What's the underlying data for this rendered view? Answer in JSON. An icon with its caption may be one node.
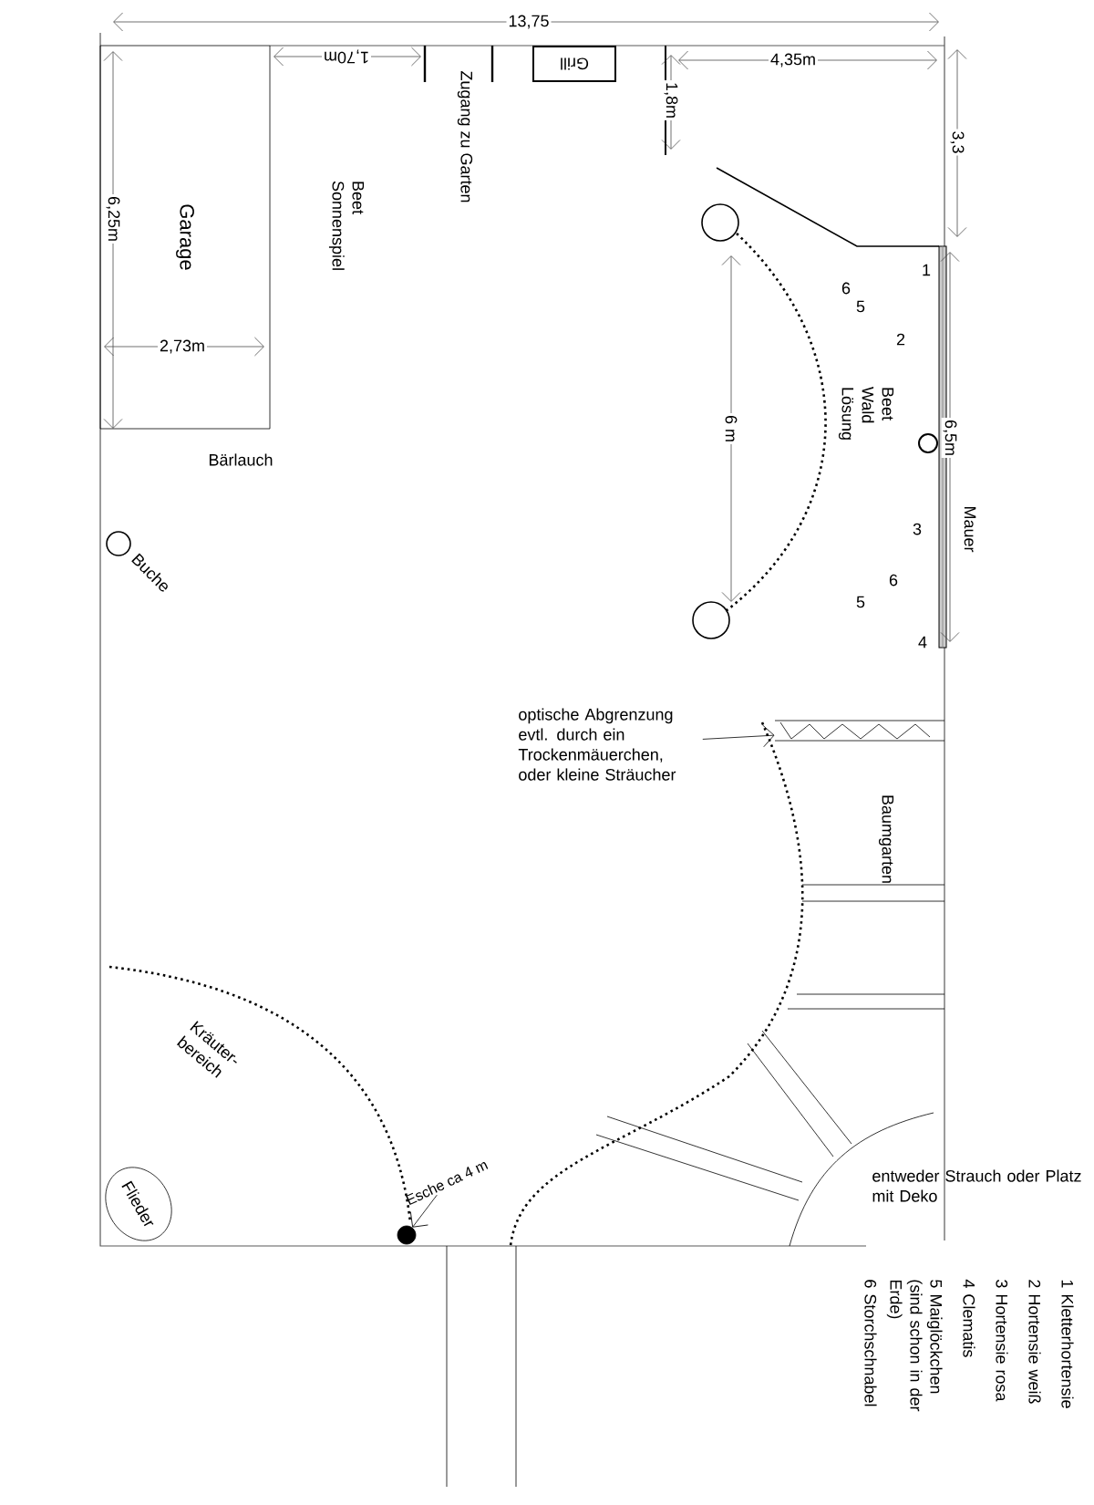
{
  "diagram": {
    "nodes": [
      {
        "text": [
          "Garage"
        ]
      },
      {
        "text": [
          "Grill"
        ]
      },
      {
        "text": [],
        "shape": "circle",
        "beside": [
          "Buche"
        ]
      },
      {
        "text": [
          "optische Abgrenzung evtl. durch ein Trockenmäuerchen, oder kleine Sträucher"
        ]
      },
      {
        "text": [],
        "shape": "bar"
      },
      {
        "text": [
          "Flieder"
        ]
      },
      {
        "text": [
          "Esche ca 4 m"
        ]
      },
      {
        "text": [],
        "shape": "circle"
      }
    ],
    "edges": [
      {
        "from": 3,
        "to": 4,
        "arrow": "to"
      },
      {
        "from": 6,
        "to": 7,
        "arrow": "to"
      }
    ],
    "labels": [
      "13,75",
      "1,70m",
      "Zugang zu Garten",
      "1,8m",
      "4,35m",
      "3,3",
      "6,25m",
      "Beet Sonnenspiel",
      "2,73m",
      "Bärlauch",
      "1",
      "6",
      "5",
      "2",
      "Beet Wald Lösung",
      "6 m",
      "6,5m",
      "Mauer",
      "3",
      "6",
      "5",
      "4",
      "Baumgarten",
      "Kräuter- bereich",
      "entweder Strauch oder Platz mit Deko",
      "1 Kletterhortensie",
      "2 Hortensie weiß",
      "3 Hortensie rosa",
      "4 Clematis",
      "5 Maiglöckchen (sind schon in der Erde)",
      "6 Storchschnabel"
    ]
  }
}
